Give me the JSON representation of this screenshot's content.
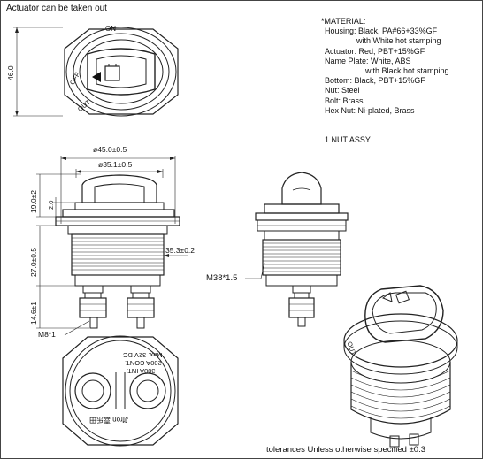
{
  "header": {
    "note": "Actuator can be taken out"
  },
  "top_view": {
    "on_label": "ON",
    "off_label": "OFF",
    "out_label": "OUT",
    "height_dim": "46.0"
  },
  "material": {
    "title": "*MATERIAL:",
    "lines": [
      "Housing: Black, PA#66+33%GF",
      "with White hot stamping",
      "Actuator: Red, PBT+15%GF",
      "Name Plate: White, ABS",
      "with Black hot stamping",
      "Bottom: Black, PBT+15%GF",
      "Nut: Steel",
      "Bolt: Brass",
      "Hex Nut: Ni-plated, Brass"
    ],
    "nut_assy": "1 NUT ASSY"
  },
  "side_view": {
    "dim_outer": "ø45.0±0.5",
    "dim_inner": "ø35.1±0.5",
    "dim_head": "19.0±2",
    "dim_gap": "2.0",
    "dim_thread": "27.0±0.5",
    "dim_thread_dia": "35.3±0.2",
    "dim_terminal": "14.6±1",
    "bolt_label": "M8*1"
  },
  "side_view2": {
    "thread_label": "M38*1.5"
  },
  "bottom_view": {
    "text_lines": [
      "Max. 32V DC",
      "200A CONT.",
      "300A INT."
    ],
    "brand": "Jfron 嘉乐田"
  },
  "iso_view": {
    "out_label": "OUT"
  },
  "footer": {
    "tolerance": "tolerances Unless otherwise specified ±0.3"
  }
}
